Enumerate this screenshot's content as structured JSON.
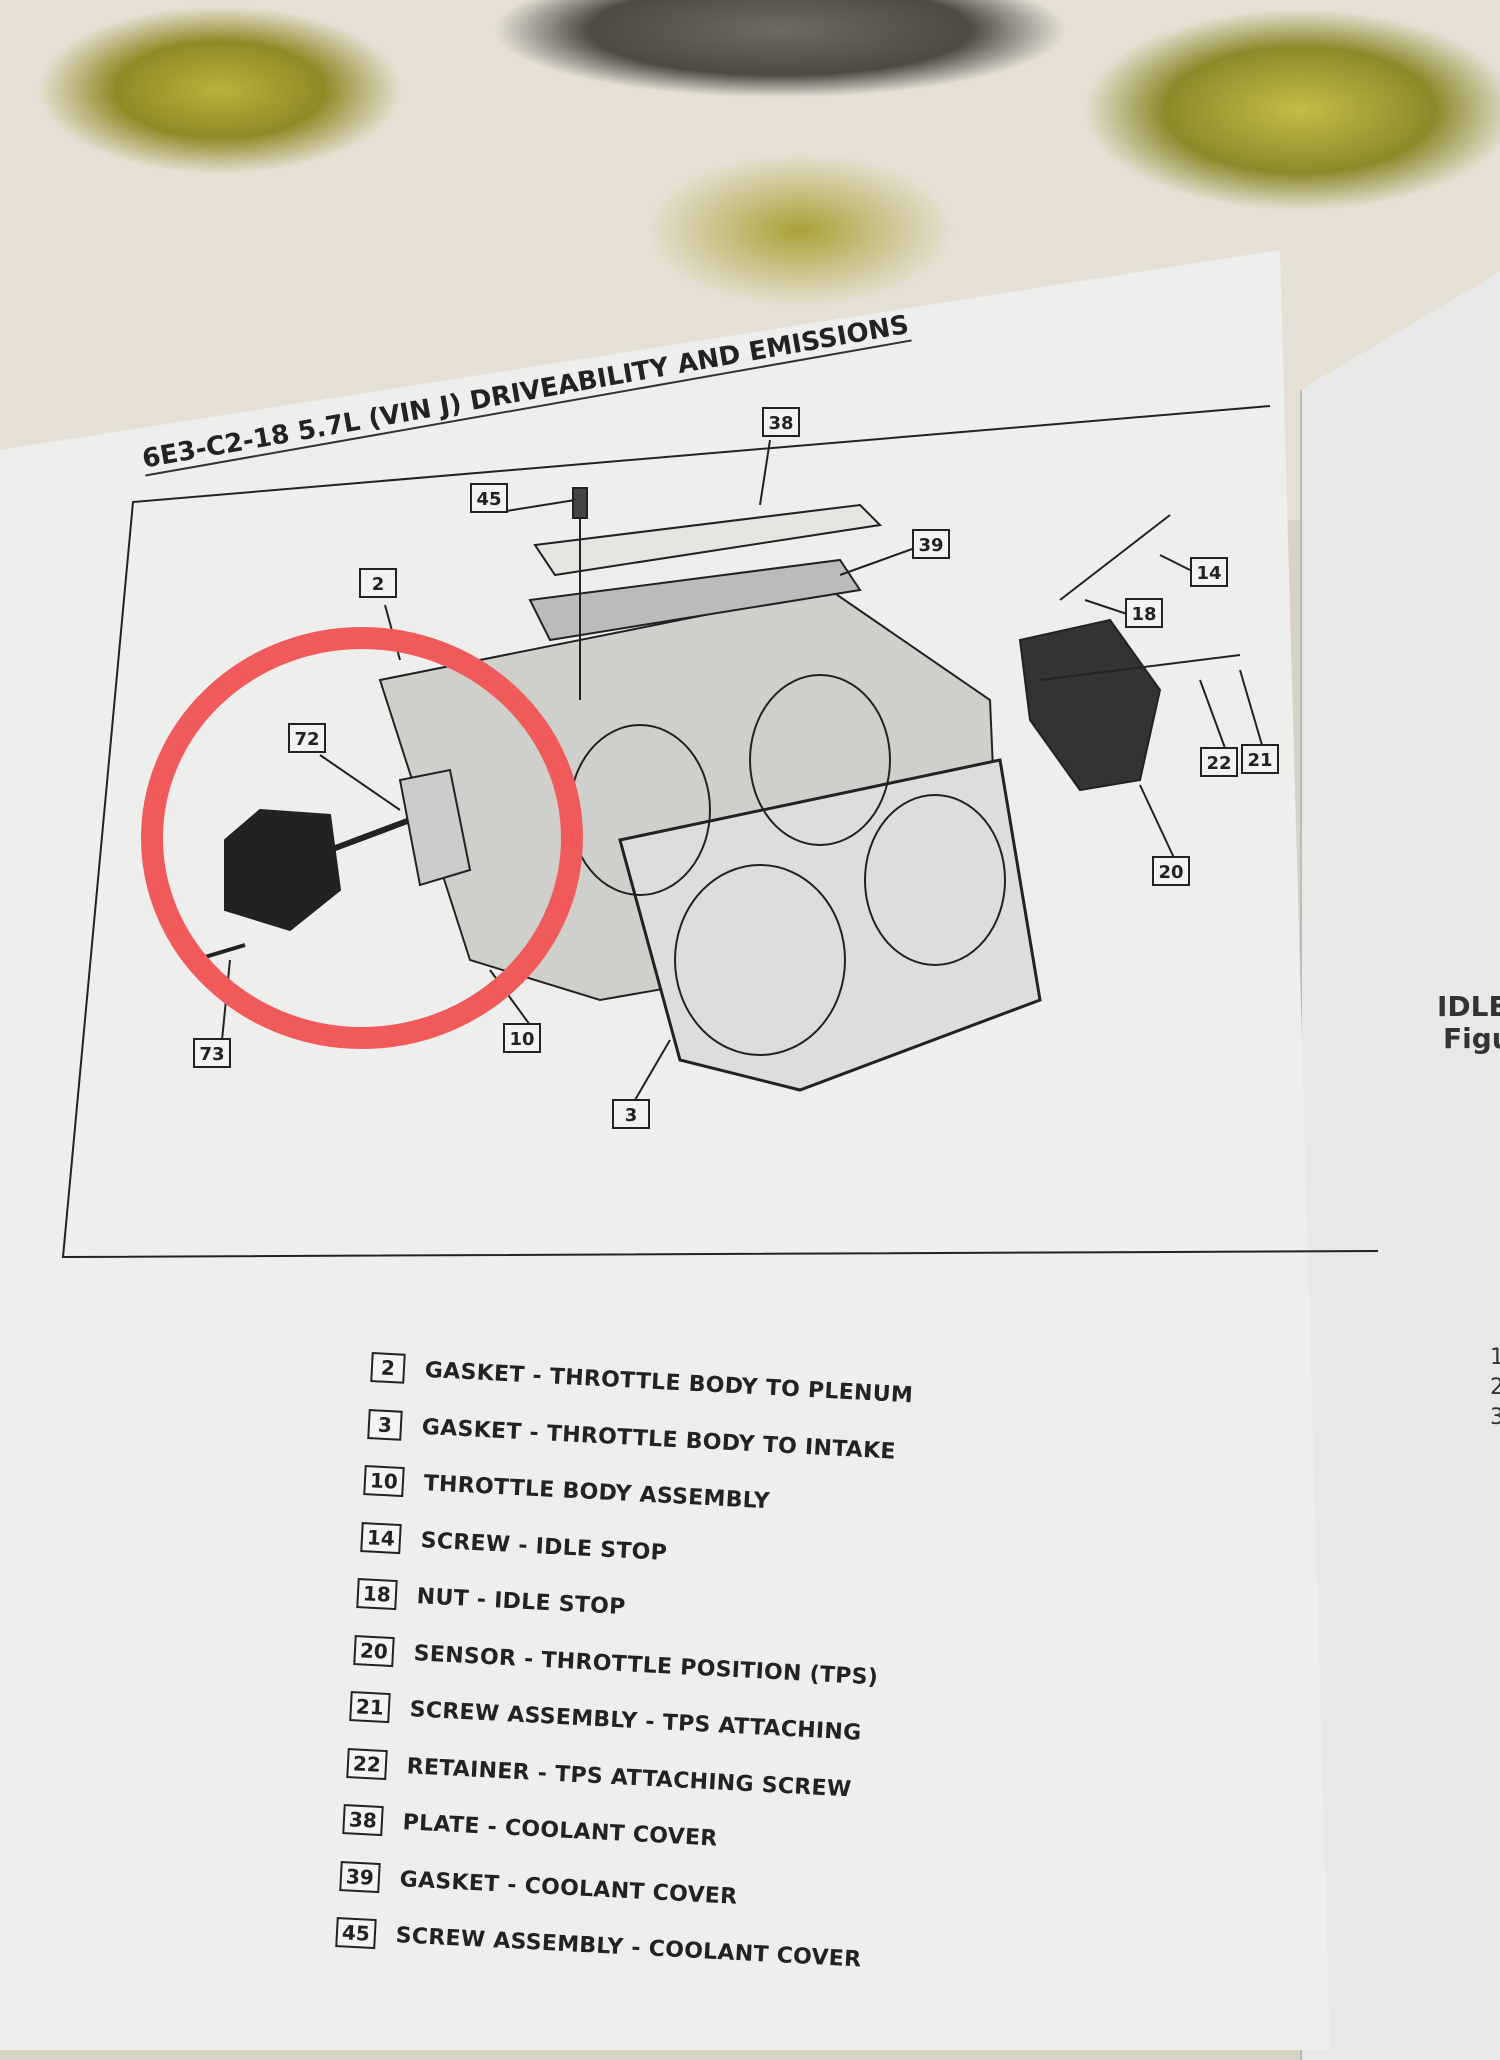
{
  "header": "6E3-C2-18 5.7L (VIN J) DRIVEABILITY AND EMISSIONS",
  "callouts": [
    "38",
    "45",
    "39",
    "2",
    "14",
    "18",
    "72",
    "22",
    "21",
    "20",
    "10",
    "73",
    "3"
  ],
  "legend": [
    {
      "num": "2",
      "label": "GASKET - THROTTLE BODY TO PLENUM"
    },
    {
      "num": "3",
      "label": "GASKET - THROTTLE BODY TO  INTAKE"
    },
    {
      "num": "10",
      "label": "THROTTLE BODY ASSEMBLY"
    },
    {
      "num": "14",
      "label": "SCREW - IDLE STOP"
    },
    {
      "num": "18",
      "label": "NUT - IDLE STOP"
    },
    {
      "num": "20",
      "label": "SENSOR - THROTTLE POSITION (TPS)"
    },
    {
      "num": "21",
      "label": "SCREW ASSEMBLY - TPS ATTACHING"
    },
    {
      "num": "22",
      "label": "RETAINER - TPS ATTACHING SCREW"
    },
    {
      "num": "38",
      "label": "PLATE - COOLANT COVER"
    },
    {
      "num": "39",
      "label": "GASKET - COOLANT COVER"
    },
    {
      "num": "45",
      "label": "SCREW ASSEMBLY - COOLANT COVER"
    }
  ],
  "right_page": {
    "title": "IDLE",
    "subtitle": "Figu",
    "steps": [
      "1",
      "2",
      "3"
    ]
  },
  "highlight_color": "#f05a5a"
}
